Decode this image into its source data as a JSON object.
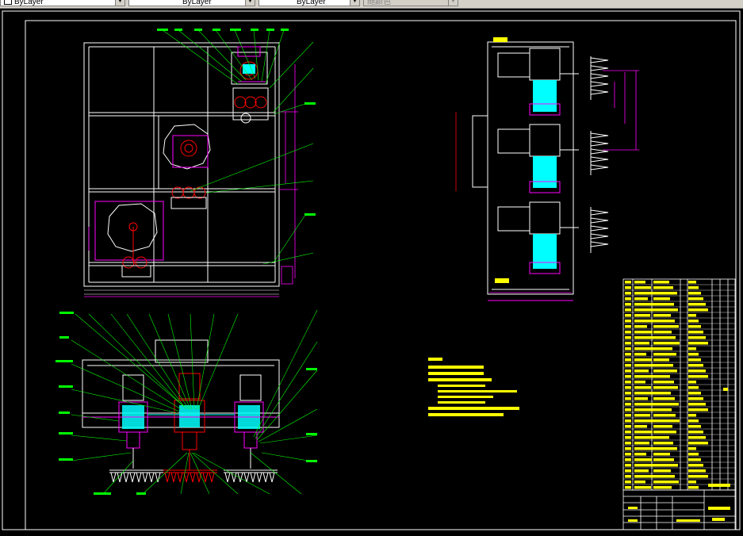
{
  "toolbar": {
    "linetype": "ByLayer",
    "lineweight": "ByLayer",
    "color": "ByLayer",
    "plotstyle": "随颜色"
  },
  "drawing": {
    "colors": {
      "white": "#ffffff",
      "magenta": "#ff00ff",
      "red": "#ff0000",
      "green": "#00ff00",
      "cyan": "#00ffff",
      "yellow": "#ffff00"
    }
  }
}
